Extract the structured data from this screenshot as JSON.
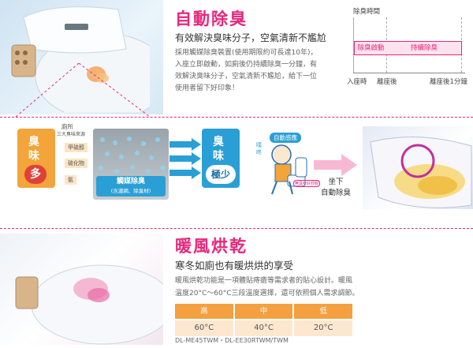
{
  "odor": {
    "title": "自動除臭",
    "subtitle": "有效解決臭味分子，空氣清新不尷尬",
    "description": [
      "採用觸媒除臭裝置(使用期限約可長達10年)，",
      "入座立即啟動，如廁後仍持續除臭一分鐘，有",
      "效解決臭味分子，空氣清新不尷尬，給下一位",
      "使用者留下好印象！"
    ],
    "timeline": {
      "heading": "除臭時間",
      "active_label": "除臭啟動",
      "continue_label": "持續除臭",
      "points": [
        "入座時",
        "離座後",
        "離座後1分鐘"
      ]
    },
    "diagram": {
      "odor_box": {
        "line1": "臭",
        "line2": "味",
        "badge": "多"
      },
      "toilet_label": "廁所",
      "sources_heading": "三大臭味來源",
      "sources": [
        "甲硫醇",
        "硫化物",
        "氨"
      ],
      "filter_title": "觸媒除臭",
      "filter_sub": "(含濾網、除臭材)",
      "result_box": {
        "line1": "臭",
        "line2": "味",
        "badge": "極少"
      },
      "auto_sense": "自動感應",
      "bubble_left": "噗咚",
      "bubble_right": "無臭味好舒服",
      "sit_caption": [
        "坐下",
        "自動除臭"
      ]
    }
  },
  "dry": {
    "title": "暖風烘乾",
    "subtitle": "寒冬如廁也有暖烘烘的享受",
    "description": [
      "暖風烘乾功能是一項體貼痔瘡等需求者的貼心設計。暖風",
      "溫度20°C〜60°C三段溫度選擇，還可依照個人需求調節。"
    ],
    "table": {
      "headers": [
        "高",
        "中",
        "低"
      ],
      "values": [
        "60°C",
        "40°C",
        "20°C"
      ]
    },
    "models": "DL-ME45TWM・DL-EE30RTWM/TWM"
  },
  "colors": {
    "accent_pink": "#e8267c",
    "accent_blue": "#2a9fd6",
    "accent_orange": "#f3a43a"
  }
}
